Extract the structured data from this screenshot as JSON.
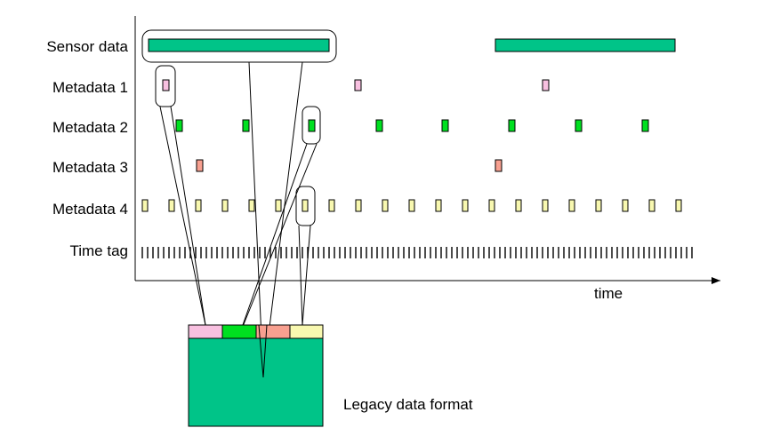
{
  "rows": [
    {
      "label": "Sensor data"
    },
    {
      "label": "Metadata 1"
    },
    {
      "label": "Metadata 2"
    },
    {
      "label": "Metadata 3"
    },
    {
      "label": "Metadata 4"
    },
    {
      "label": "Time tag"
    }
  ],
  "axis": {
    "label": "time"
  },
  "legacy": {
    "label": "Legacy data format"
  },
  "colors": {
    "sensor": "#00c488",
    "metadata_1": "#f8c0e0",
    "metadata_2": "#00e020",
    "metadata_3": "#f8a090",
    "metadata_4": "#f8f8b0",
    "outline": "#000000"
  }
}
